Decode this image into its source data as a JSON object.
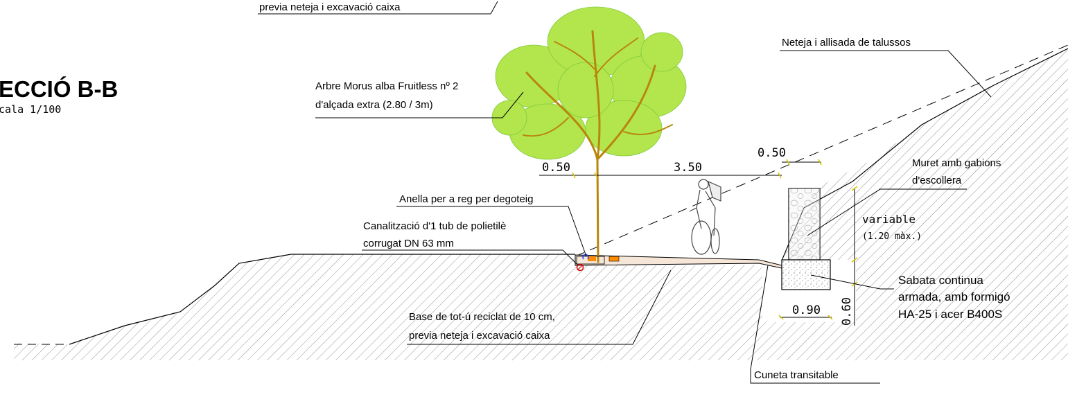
{
  "title": {
    "name": "ECCIÓ B-B",
    "scale": "cala  1/100"
  },
  "labels": {
    "top_cut": "previa neteja i excavació caixa",
    "tree_line1": "Arbre Morus alba Fruitless nº 2",
    "tree_line2": "d'alçada extra (2.80 / 3m)",
    "slope": "Neteja i allisada de talussos",
    "wall_line1": "Muret amb gabions",
    "wall_line2": "d'escollera",
    "ring": "Anella per a reg per degoteig",
    "pipe_line1": "Canalització d'1 tub de polietilè",
    "pipe_line2": "corrugat DN 63 mm",
    "base_line1": "Base de tot-ú reciclat de 10 cm,",
    "base_line2": "previa neteja i excavació caixa",
    "footing_line1": "Sabata continua",
    "footing_line2": "armada, amb formigó",
    "footing_line3": "HA-25 i acer B400S",
    "ditch": "Cuneta transitable"
  },
  "dimensions": {
    "left_margin": "0.50",
    "path_width": "3.50",
    "right_margin": "0.50",
    "wall_height": "variable",
    "wall_height_max": "(1.20 màx.)",
    "footing_width": "0.90",
    "footing_depth": "0.60"
  },
  "colors": {
    "foliage": "#a6e22e",
    "trunk": "#b8860b",
    "base_fill": "#f5e6d8",
    "pipe_ring": "#e00000",
    "emitter": "#ff8c00"
  }
}
